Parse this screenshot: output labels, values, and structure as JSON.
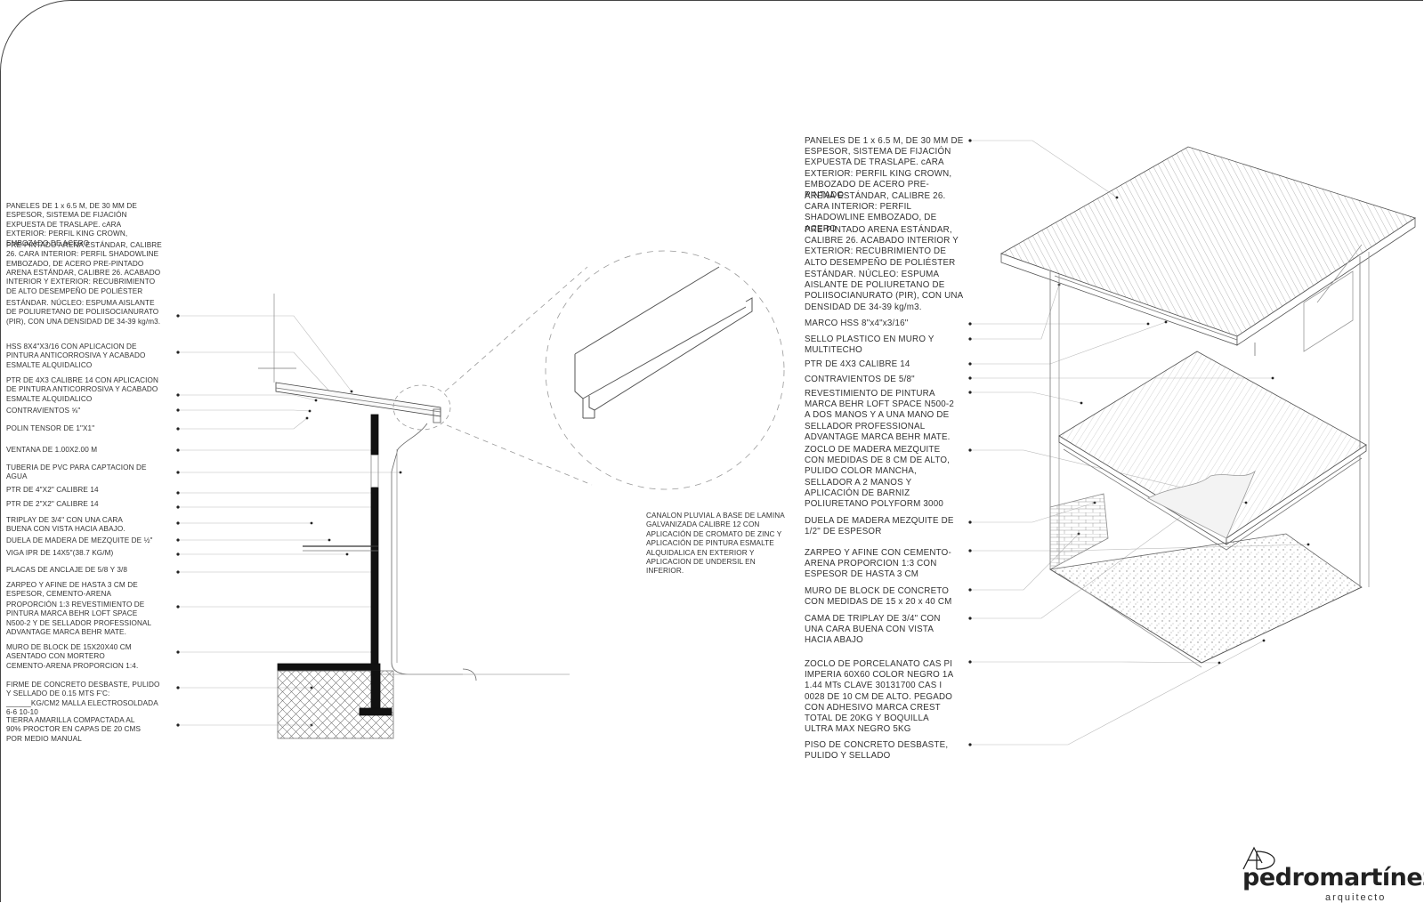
{
  "left_notes": [
    "PANELES DE 1 x 6.5 M, DE 30 MM DE ESPESOR, SISTEMA DE FIJACIÓN EXPUESTA DE TRASLAPE. cARA EXTERIOR: PERFIL KING CROWN, EMBOZADO DE ACERO",
    "PRE-PINTADO ARENA ESTÁNDAR, CALIBRE 26. CARA INTERIOR: PERFIL SHADOWLINE EMBOZADO, DE ACERO PRE-PINTADO",
    "ARENA ESTÁNDAR, CALIBRE 26. ACABADO INTERIOR Y EXTERIOR: RECUBRIMIENTO DE ALTO DESEMPEÑO DE POLIÉSTER",
    "ESTÁNDAR. NÚCLEO: ESPUMA AISLANTE DE POLIURETANO DE POLIISOCIANURATO (PIR), CON UNA DENSIDAD DE 34-39 kg/m3.",
    "HSS 8X4\"X3/16 CON APLICACION DE PINTURA ANTICORROSIVA Y ACABADO ESMALTE ALQUIDALICO",
    "PTR DE 4X3 CALIBRE 14 CON APLICACION DE PINTURA ANTICORROSIVA Y ACABADO ESMALTE ALQUIDALICO",
    "CONTRAVIENTOS ⅝\"",
    "POLIN TENSOR DE 1\"X1\"",
    "VENTANA DE 1.00X2.00 M",
    "TUBERIA DE PVC PARA CAPTACION DE AGUA",
    "PTR DE 4\"X2\" CALIBRE 14",
    "PTR DE 2\"X2\" CALIBRE 14",
    "TRIPLAY DE 3/4\" CON UNA CARA BUENA CON VISTA HACIA ABAJO.",
    "DUELA DE MADERA DE MEZQUITE DE ½\"",
    "VIGA IPR DE 14X5\"(38.7 KG/M)",
    "PLACAS DE ANCLAJE DE 5/8 Y 3/8",
    "ZARPEO Y AFINE DE HASTA 3 CM DE ESPESOR, CEMENTO-ARENA",
    "PROPORCIÓN 1:3 REVESTIMIENTO DE PINTURA MARCA BEHR LOFT SPACE N500-2 Y DE SELLADOR PROFESSIONAL ADVANTAGE MARCA BEHR MATE.",
    "MURO DE BLOCK DE 15X20X40 CM ASENTADO CON MORTERO CEMENTO-ARENA PROPORCION 1:4.",
    "FIRME DE CONCRETO DESBASTE, PULIDO Y SELLADO DE 0.15 MTS F'C: ______KG/CM2 MALLA ELECTROSOLDADA 6-6 10-10",
    "TIERRA AMARILLA COMPACTADA AL 90% PROCTOR EN CAPAS DE 20 CMS POR MEDIO MANUAL"
  ],
  "detail_note": "CANALON PLUVIAL A BASE DE LAMINA GALVANIZADA CALIBRE 12 CON APLICACIÓN DE CROMATO DE ZINC Y APLICACIÓN DE PINTURA ESMALTE ALQUIDALICA EN EXTERIOR Y APLICACION DE UNDERSIL EN INFERIOR.",
  "right_notes": [
    "PANELES DE 1 x 6.5 M, DE 30 MM DE ESPESOR, SISTEMA DE FIJACIÓN EXPUESTA DE TRASLAPE. cARA EXTERIOR: PERFIL KING CROWN, EMBOZADO DE ACERO PRE-PINTADO",
    "ARENA ESTÁNDAR, CALIBRE 26. CARA INTERIOR: PERFIL SHADOWLINE EMBOZADO, DE ACERO",
    "PRE-PINTADO ARENA ESTÁNDAR, CALIBRE 26. ACABADO INTERIOR Y EXTERIOR: RECUBRIMIENTO DE ALTO DESEMPEÑO DE POLIÉSTER",
    "ESTÁNDAR. NÚCLEO: ESPUMA AISLANTE DE POLIURETANO DE POLIISOCIANURATO (PIR), CON UNA DENSIDAD DE 34-39 kg/m3.",
    "MARCO HSS 8\"x4\"x3/16\"",
    "SELLO PLASTICO EN MURO Y MULTITECHO",
    "PTR DE 4X3 CALIBRE 14",
    "CONTRAVIENTOS DE 5/8\"",
    "REVESTIMIENTO DE PINTURA MARCA BEHR LOFT SPACE N500-2 A DOS MANOS Y A UNA MANO DE SELLADOR PROFESSIONAL ADVANTAGE MARCA BEHR MATE.",
    "ZOCLO DE MADERA MEZQUITE CON MEDIDAS DE 8 CM DE ALTO, PULIDO COLOR MANCHA, SELLADOR A 2 MANOS Y APLICACIÓN DE BARNIZ POLIURETANO POLYFORM 3000",
    "DUELA DE MADERA MEZQUITE DE 1/2\" DE ESPESOR",
    "ZARPEO Y AFINE CON CEMENTO-ARENA PROPORCION 1:3 CON ESPESOR DE  HASTA 3 CM",
    "MURO DE BLOCK DE CONCRETO CON MEDIDAS DE 15 x 20 x 40 CM",
    "CAMA DE TRIPLAY DE 3/4\" CON UNA CARA BUENA CON VISTA HACIA ABAJO",
    "ZOCLO DE PORCELANATO CAS PI IMPERIA 60X60 COLOR NEGRO 1A 1.44 MTs CLAVE 30131700 CAS I 0028 DE 10 CM DE ALTO. PEGADO CON ADHESIVO MARCA CREST TOTAL DE 20KG Y BOQUILLA ULTRA MAX NEGRO 5KG",
    "PISO DE CONCRETO DESBASTE, PULIDO Y SELLADO"
  ],
  "logo": {
    "mark": "AD",
    "name": "pedromartínez",
    "subtitle": "arquitecto"
  }
}
